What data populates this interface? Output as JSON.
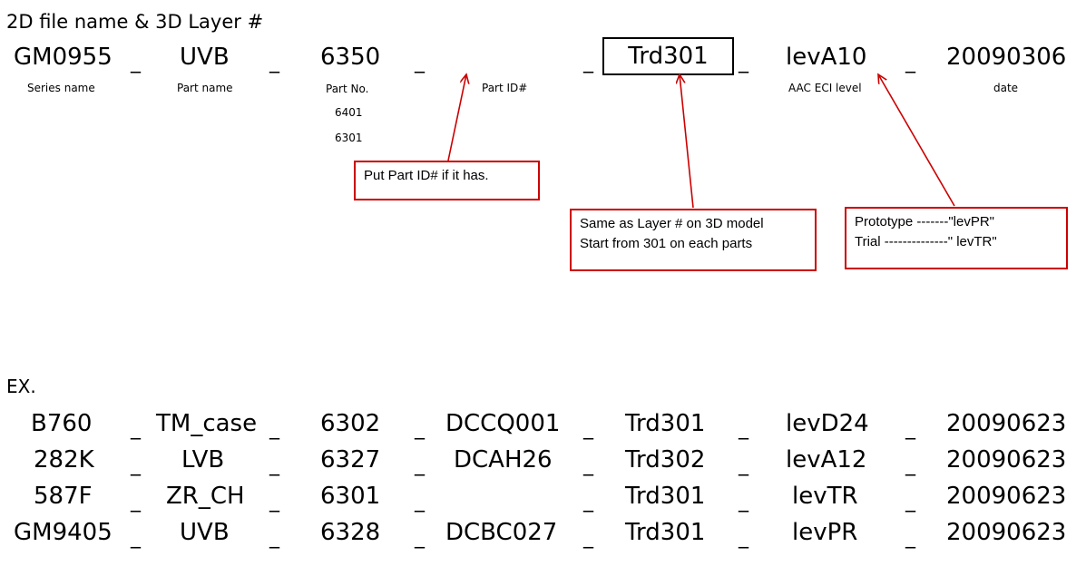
{
  "title": "2D file name & 3D Layer #",
  "header": {
    "series": "GM0955",
    "part_name": "UVB",
    "part_no": "6350",
    "layer": "Trd301",
    "level": "levA10",
    "date": "20090306"
  },
  "labels": {
    "series": "Series name",
    "part_name": "Part name",
    "part_no": "Part No.",
    "part_id": "Part ID#",
    "level": "AAC ECI level",
    "date": "date"
  },
  "part_no_alternates": [
    "6401",
    "6301"
  ],
  "separator": "_",
  "notes": {
    "part_id": "Put Part ID# if it has.",
    "layer_line1": "Same as Layer # on 3D model",
    "layer_line2": "Start from 301 on each parts",
    "level_line1": "Prototype -------\"levPR\"",
    "level_line2": "Trial --------------\" levTR\""
  },
  "colors": {
    "annotation": "#cc0000",
    "text": "#000000"
  },
  "examples_label": "EX.",
  "examples": [
    {
      "series": "B760",
      "part_name": "TM_case",
      "part_no": "6302",
      "part_id": "DCCQ001",
      "layer": "Trd301",
      "level": "levD24",
      "date": "20090623"
    },
    {
      "series": "282K",
      "part_name": "LVB",
      "part_no": "6327",
      "part_id": "DCAH26",
      "layer": "Trd302",
      "level": "levA12",
      "date": "20090623"
    },
    {
      "series": "587F",
      "part_name": "ZR_CH",
      "part_no": "6301",
      "part_id": "",
      "layer": "Trd301",
      "level": "levTR",
      "date": "20090623"
    },
    {
      "series": "GM9405",
      "part_name": "UVB",
      "part_no": "6328",
      "part_id": "DCBC027",
      "layer": "Trd301",
      "level": "levPR",
      "date": "20090623"
    }
  ]
}
